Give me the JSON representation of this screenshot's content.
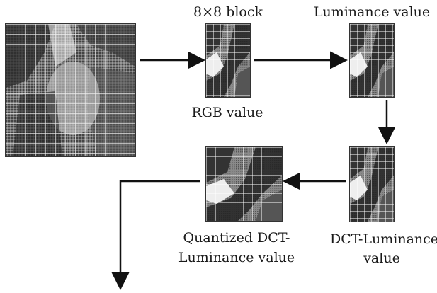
{
  "diagram": {
    "labels": {
      "block_8x8": "8×8 block",
      "rgb_value": "RGB value",
      "luminance_value": "Luminance value",
      "dct_luminance_line1": "DCT-Luminance",
      "dct_luminance_line2": "value",
      "quantized_line1": "Quantized DCT-",
      "quantized_line2": "Luminance value"
    }
  }
}
